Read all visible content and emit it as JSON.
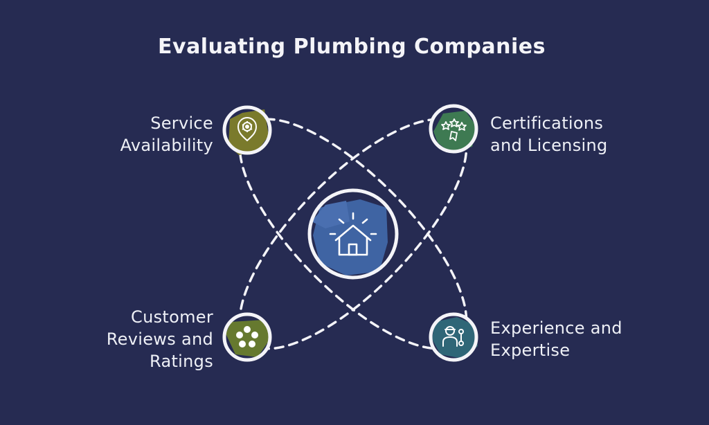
{
  "title": "Evaluating Plumbing Companies",
  "center": {
    "icon": "house-icon",
    "color": "#3f64a3"
  },
  "nodes": [
    {
      "id": "service-availability",
      "lines": [
        "Service",
        "Availability"
      ],
      "icon": "location-gear-icon",
      "color": "#7a7a2c",
      "position": "top-left"
    },
    {
      "id": "certifications-licensing",
      "lines": [
        "Certifications",
        "and Licensing"
      ],
      "icon": "stars-ribbon-icon",
      "color": "#3e7a52",
      "position": "top-right"
    },
    {
      "id": "customer-reviews-ratings",
      "lines": [
        "Customer",
        "Reviews and",
        "Ratings"
      ],
      "icon": "five-stars-icon",
      "color": "#66792f",
      "position": "bottom-left"
    },
    {
      "id": "experience-expertise",
      "lines": [
        "Experience and",
        "Expertise"
      ],
      "icon": "plumber-wrench-icon",
      "color": "#2f6677",
      "position": "bottom-right"
    }
  ],
  "colors": {
    "background": "#262b52",
    "ring": "#f4f4f8",
    "dash": "#f4f4f8"
  }
}
